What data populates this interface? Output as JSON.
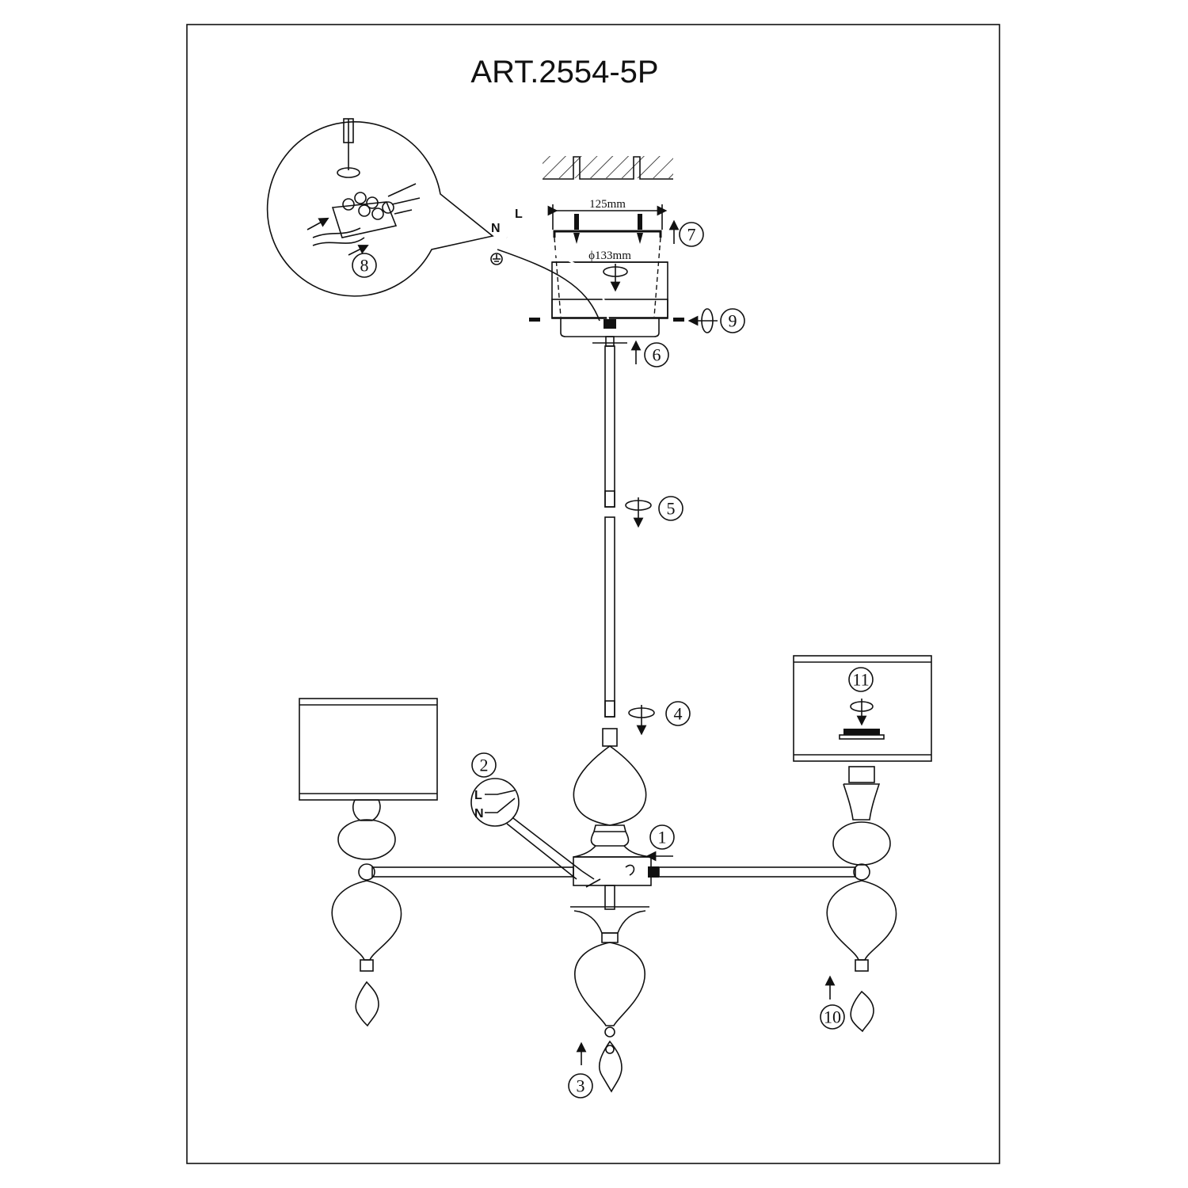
{
  "title": "ART.2554-5P",
  "dimensions": {
    "bracket_width": "125mm",
    "canopy_diameter": "ϕ133mm"
  },
  "wire_labels": {
    "neutral": "N",
    "live": "L"
  },
  "connector_labels": {
    "live": "L",
    "neutral": "N"
  },
  "steps": [
    "1",
    "2",
    "3",
    "4",
    "5",
    "6",
    "7",
    "8",
    "9",
    "10",
    "11"
  ],
  "colors": {
    "line": "#111111",
    "background": "#ffffff"
  }
}
